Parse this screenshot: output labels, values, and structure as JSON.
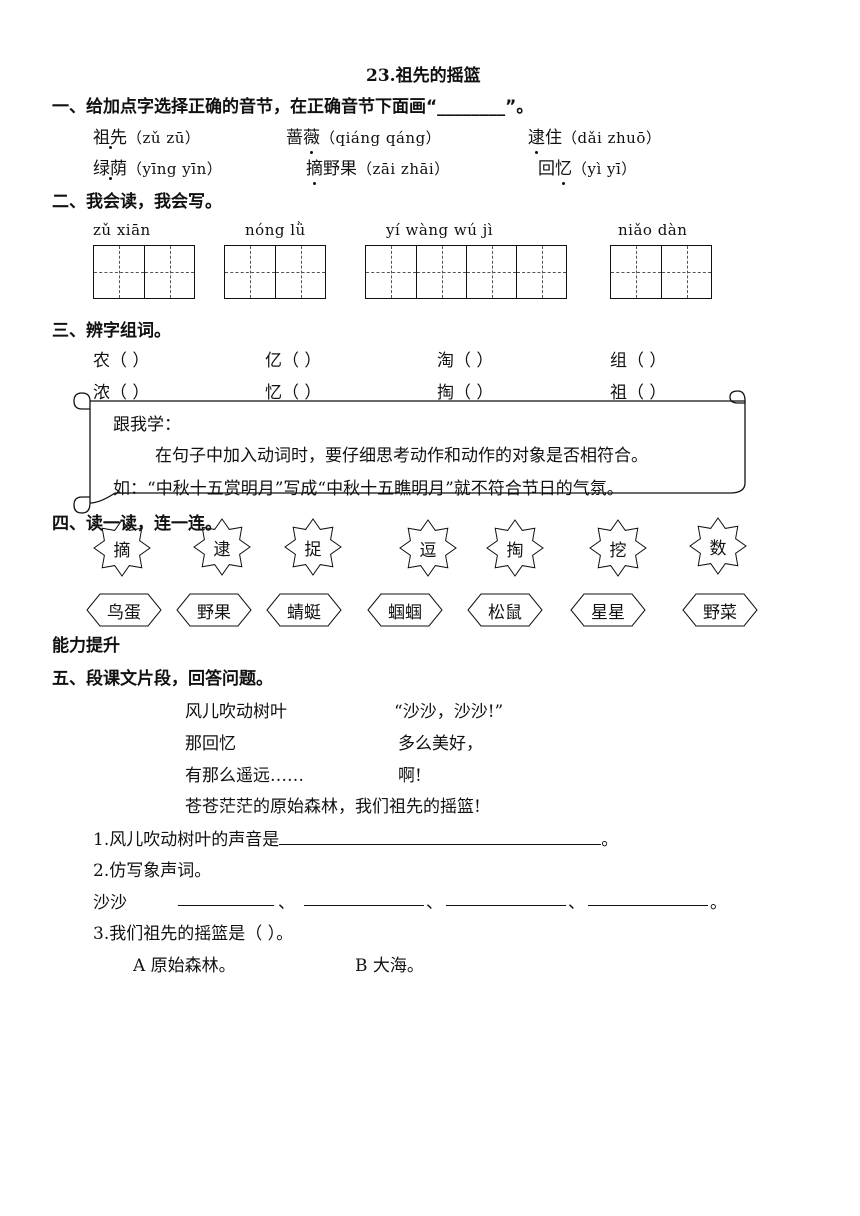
{
  "title": "23.祖先的摇篮",
  "s1": {
    "heading": "一、给加点字选择正确的音节，在正确音节下面画“________”。",
    "items": [
      {
        "pre": "祖",
        "dot": "",
        "post": "先",
        "py": "（zǔ  zū）"
      },
      {
        "pre": "蔷",
        "dot": "薇",
        "post": "",
        "py": "（qiáng  qáng）"
      },
      {
        "pre": "",
        "dot": "逮",
        "post": "住",
        "py": "（dǎi  zhuō）"
      },
      {
        "pre": "绿",
        "dot": "",
        "post": "荫",
        "py": "（yīng  yīn）"
      },
      {
        "pre": "",
        "dot": "摘",
        "post": "野果",
        "py": "（zāi  zhāi）"
      },
      {
        "pre": "回",
        "dot": "忆",
        "post": "",
        "py": "（yì  yī）"
      }
    ]
  },
  "s2": {
    "heading": "二、我会读，我会写。",
    "pinyin": [
      "zǔ  xiān",
      "nóng lǜ",
      "yí  wàng  wú  jì",
      "niǎo  dàn"
    ]
  },
  "s3": {
    "heading": "三、辨字组词。",
    "row1": [
      "农（          ）",
      "亿（          ）",
      "淘（          ）",
      "组（          ）"
    ],
    "row2": [
      "浓（          ）",
      "忆（          ）",
      "掏（          ）",
      "祖（          ）"
    ]
  },
  "tip": {
    "label": "跟我学：",
    "line1": "在句子中加入动词时，要仔细思考动作和动作的对象是否相符合。",
    "line2": "如：“中秋十五赏明月”写成“中秋十五瞧明月”就不符合节日的气氛。"
  },
  "s4": {
    "heading": "四、读一读，连一连。",
    "top": [
      "摘",
      "逮",
      "捉",
      "逗",
      "掏",
      "挖",
      "数"
    ],
    "bottom": [
      "鸟蛋",
      "野果",
      "蜻蜓",
      "蝈蝈",
      "松鼠",
      "星星",
      "野菜"
    ]
  },
  "ability": "能力提升",
  "s5": {
    "heading": "五、段课文片段，回答问题。",
    "poem_left": [
      "风儿吹动树叶",
      "那回忆",
      "有那么遥远……"
    ],
    "poem_right": [
      "“沙沙，沙沙!”",
      "多么美好，",
      "啊!"
    ],
    "poem_last": "苍苍茫茫的原始森林，我们祖先的摇篮!",
    "q1": "1.风儿吹动树叶的声音是",
    "q1_end": "。",
    "q2": "2.仿写象声词。",
    "q2_lead": "沙沙",
    "q3": "3.我们祖先的摇篮是（        ）。",
    "optA": "A 原始森林。",
    "optB": "B 大海。"
  }
}
